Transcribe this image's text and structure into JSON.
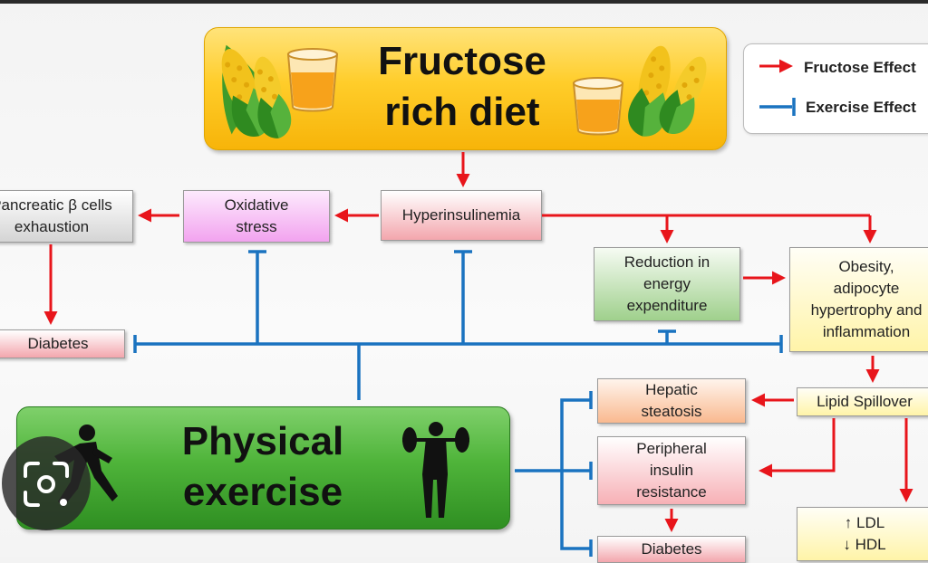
{
  "banners": {
    "fructose": "Fructose\nrich diet",
    "exercise": "Physical\nexercise"
  },
  "legend": {
    "fructose_effect": "Fructose Effect",
    "exercise_effect": "Exercise Effect"
  },
  "nodes": {
    "hyperinsulinemia": "Hyperinsulinemia",
    "oxidative_stress": "Oxidative\nstress",
    "pancreatic_exhaustion": "Pancreatic β cells\nexhaustion",
    "diabetes_left": "Diabetes",
    "reduction_energy": "Reduction in\nenergy\nexpenditure",
    "obesity": "Obesity,\nadipocyte\nhypertrophy and\ninflammation",
    "lipid_spillover": "Lipid Spillover",
    "hepatic_steatosis": "Hepatic\nsteatosis",
    "peripheral_insulin": "Peripheral\ninsulin\nresistance",
    "diabetes_bottom": "Diabetes",
    "ldl_hdl": "↑ LDL\n↓ HDL"
  },
  "colors": {
    "fructose_arrow": "#e8151b",
    "exercise_inhibit": "#1a73c0",
    "fructose_banner": "#ffcd2a",
    "exercise_banner": "#4fb43a"
  },
  "icons": [
    "corn-icon",
    "juice-glass-icon",
    "runner-icon",
    "weightlifter-icon",
    "lens-icon"
  ]
}
